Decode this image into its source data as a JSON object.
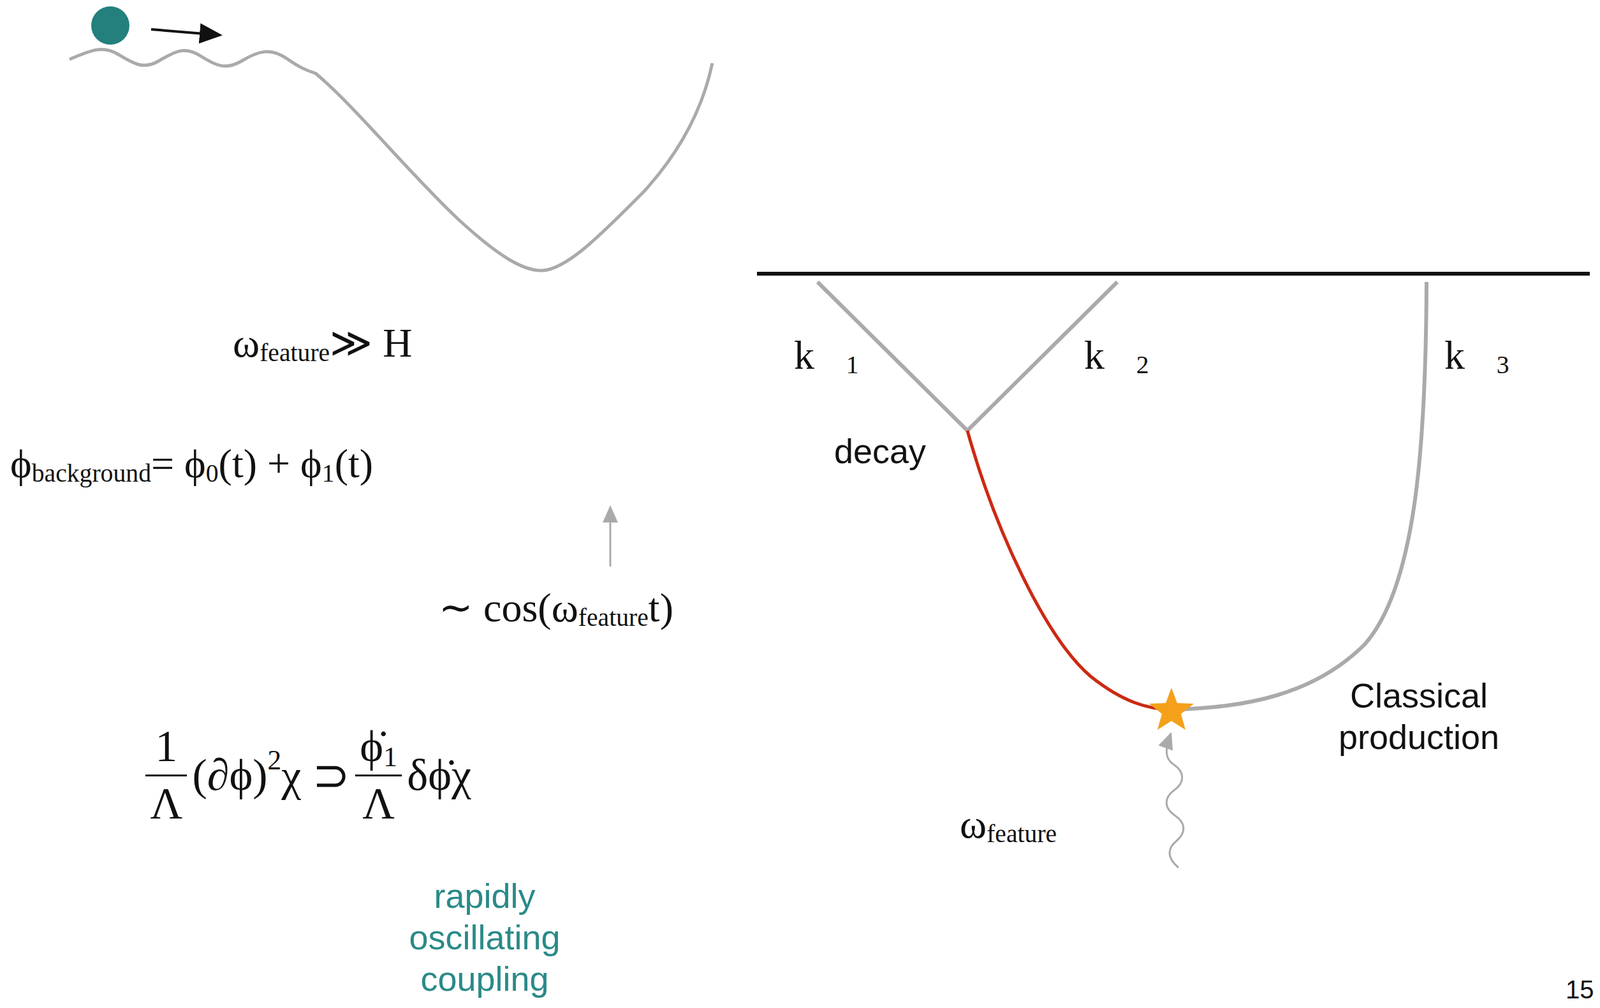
{
  "diagram": {
    "labels": [
      "ω",
      "feature",
      "≫ H",
      "ϕ",
      "background",
      "= ϕ",
      "0",
      "(t) + ϕ",
      "1",
      "(t)",
      "∼ cos(ω",
      "feature",
      "t)",
      "1",
      "Λ",
      "(∂ϕ)",
      "2",
      "χ ⊃",
      "ϕ̇",
      "1",
      "Λ",
      "δϕ̇χ",
      "rapidly oscillating coupling",
      "k⃗",
      "1",
      "k⃗",
      "2",
      "k⃗",
      "3",
      "decay",
      "Classical production",
      "ω",
      "feature",
      "15"
    ]
  }
}
